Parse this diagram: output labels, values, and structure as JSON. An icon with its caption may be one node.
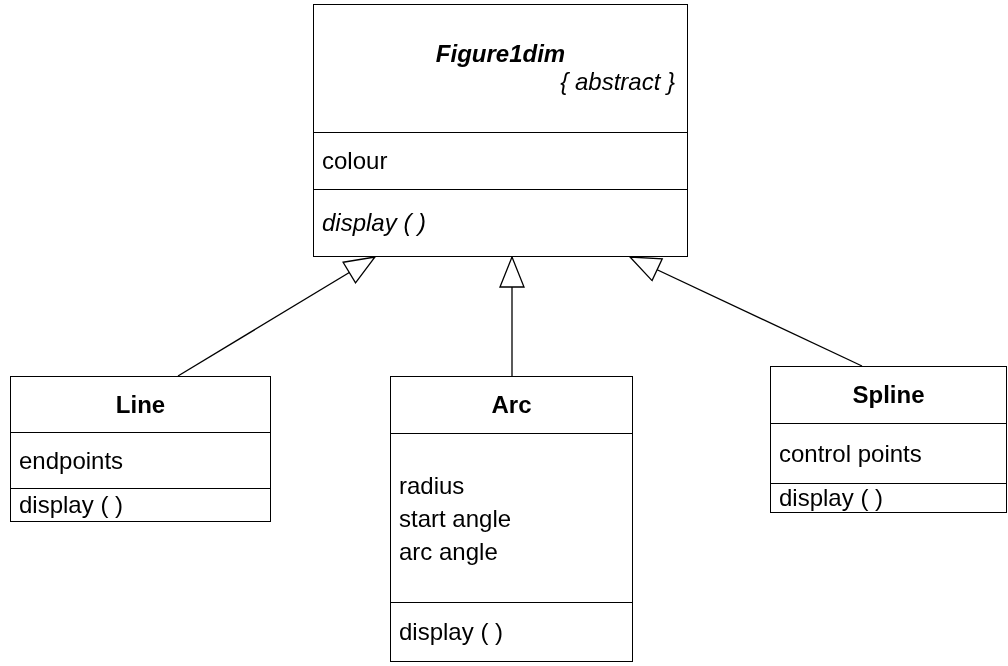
{
  "diagram": {
    "nodes": [
      {
        "text": [
          "Figure1dim",
          "{ abstract }",
          "colour",
          "display ( )"
        ]
      },
      {
        "text": [
          "Line",
          "endpoints",
          "display ( )"
        ]
      },
      {
        "text": [
          "Arc",
          "radius",
          "start angle",
          "arc angle",
          "display ( )"
        ]
      },
      {
        "text": [
          "Spline",
          "control points",
          "display ( )"
        ]
      }
    ],
    "edges": [
      {
        "from": 1,
        "to": 0,
        "arrow": "to"
      },
      {
        "from": 2,
        "to": 0,
        "arrow": "to"
      },
      {
        "from": 3,
        "to": 0,
        "arrow": "to"
      }
    ]
  }
}
